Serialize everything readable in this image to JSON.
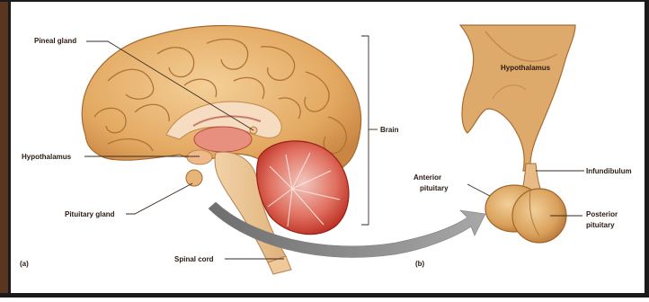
{
  "panel_a": {
    "tag": "(a)",
    "labels": {
      "pineal_gland": "Pineal gland",
      "hypothalamus": "Hypothalamus",
      "pituitary_gland": "Pituitary gland",
      "spinal_cord": "Spinal cord",
      "brain": "Brain"
    }
  },
  "panel_b": {
    "tag": "(b)",
    "labels": {
      "hypothalamus": "Hypothalamus",
      "infundibulum": "Infundibulum",
      "anterior_pituitary_1": "Anterior",
      "anterior_pituitary_2": "pituitary",
      "posterior_pituitary_1": "Posterior",
      "posterior_pituitary_2": "pituitary"
    }
  },
  "colors": {
    "frame_dark": "#5a3520",
    "cortex": "#e8b77a",
    "cortex_shadow": "#c98a4c",
    "cerebellum": "#d23a2a",
    "arrow": "#8c8c8c"
  }
}
